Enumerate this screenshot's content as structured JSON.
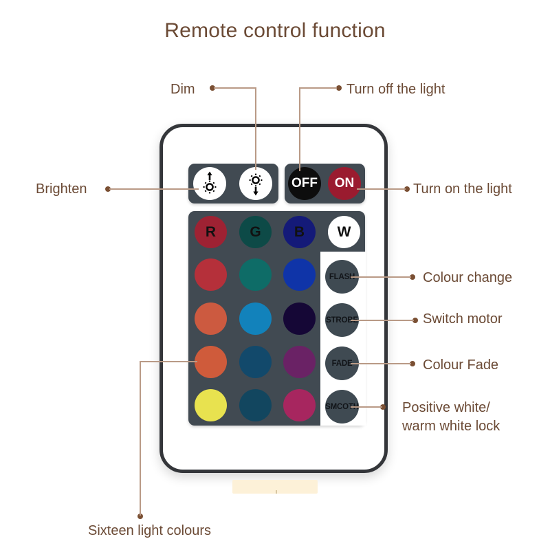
{
  "page": {
    "title": "Remote control function",
    "title_color": "#6b4a35",
    "background": "#ffffff",
    "lead_color": "#b99a86",
    "dot_color": "#7a4f33"
  },
  "remote": {
    "body_border_color": "#34363a",
    "panel_color": "#414a52",
    "glow_color": "#fdf1d8",
    "dim_panel": {
      "buttons": [
        {
          "name": "brighten-button",
          "icon": "sun-up-icon",
          "label": "",
          "bg": "#ffffff"
        },
        {
          "name": "dim-button",
          "icon": "sun-down-icon",
          "label": "",
          "bg": "#ffffff"
        }
      ]
    },
    "power_panel": {
      "buttons": [
        {
          "name": "off-button",
          "label": "OFF",
          "bg": "#0d0d0d",
          "fg": "#ffffff"
        },
        {
          "name": "on-button",
          "label": "ON",
          "bg": "#9a1b2f",
          "fg": "#ffffff"
        }
      ]
    },
    "colour_grid": {
      "rows": [
        [
          {
            "label": "R",
            "color": "#9e2233"
          },
          {
            "label": "G",
            "color": "#0d4a47"
          },
          {
            "label": "B",
            "color": "#141a78"
          },
          {
            "label": "W",
            "color": "#ffffff"
          }
        ],
        [
          {
            "label": "",
            "color": "#b5303a"
          },
          {
            "label": "",
            "color": "#0e6c67"
          },
          {
            "label": "",
            "color": "#0f34a8"
          }
        ],
        [
          {
            "label": "",
            "color": "#cc5a40"
          },
          {
            "label": "",
            "color": "#1282bb"
          },
          {
            "label": "",
            "color": "#150736"
          }
        ],
        [
          {
            "label": "",
            "color": "#cf5b3b"
          },
          {
            "label": "",
            "color": "#12496b"
          },
          {
            "label": "",
            "color": "#6a2265"
          }
        ],
        [
          {
            "label": "",
            "color": "#e8e24f"
          },
          {
            "label": "",
            "color": "#12465f"
          },
          {
            "label": "",
            "color": "#a7265f"
          }
        ]
      ]
    },
    "function_buttons": [
      {
        "name": "flash-button",
        "label": "FLASH"
      },
      {
        "name": "strobe-button",
        "label": "STROBE"
      },
      {
        "name": "fade-button",
        "label": "FADE"
      },
      {
        "name": "smooth-button",
        "label": "SMCOTH"
      }
    ]
  },
  "callouts": {
    "dim": "Dim",
    "turn_off": "Turn off the light",
    "brighten": "Brighten",
    "turn_on": "Turn on the light",
    "colour_change": "Colour change",
    "switch_motor": "Switch motor",
    "colour_fade": "Colour Fade",
    "white_lock_line1": "Positive white/",
    "white_lock_line2": "warm white lock",
    "sixteen_colours": "Sixteen light colours"
  }
}
